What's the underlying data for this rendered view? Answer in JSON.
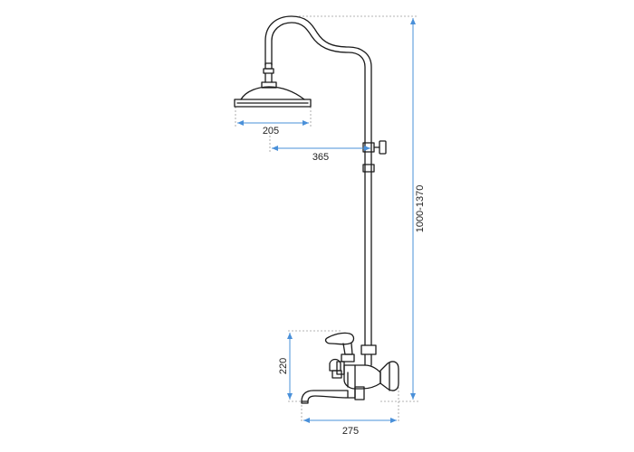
{
  "diagram": {
    "dimensions": {
      "head_diameter": "205",
      "arm_reach": "365",
      "total_height": "1000-1370",
      "mixer_height": "220",
      "mixer_width": "275"
    },
    "colors": {
      "outline": "#1a1a1a",
      "dimension_line": "#4a90d9",
      "extension_line": "#9a9a9a"
    }
  }
}
